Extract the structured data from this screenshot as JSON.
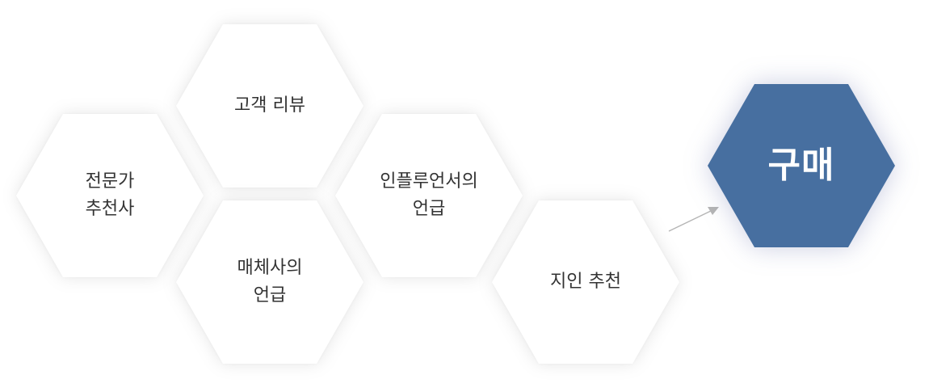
{
  "diagram": {
    "nodes": [
      {
        "id": "expert",
        "label": "전문가\n추천사"
      },
      {
        "id": "review",
        "label": "고객 리뷰"
      },
      {
        "id": "media",
        "label": "매체사의\n언급"
      },
      {
        "id": "influencer",
        "label": "인플루언서의\n언급"
      },
      {
        "id": "acquaintance",
        "label": "지인 추천"
      },
      {
        "id": "purchase",
        "label": "구매"
      }
    ],
    "edges": [
      {
        "from": "acquaintance",
        "to": "purchase"
      }
    ],
    "colors": {
      "node_fill": "#ffffff",
      "node_text": "#333333",
      "primary_fill": "#476fa0",
      "primary_text": "#ffffff",
      "arrow": "#b5b5b5"
    }
  }
}
